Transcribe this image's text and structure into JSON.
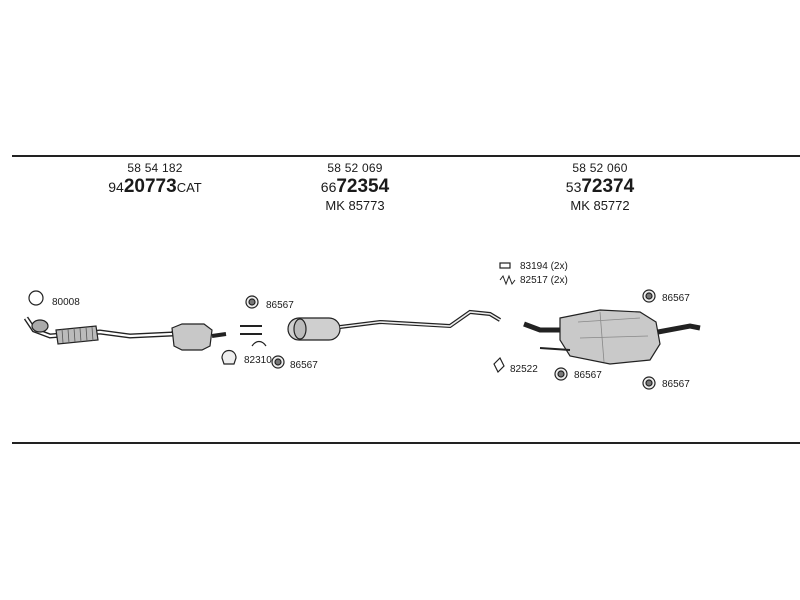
{
  "sections": [
    {
      "ref": "58 54 182",
      "prefix": "94",
      "main": "20773",
      "suffix": "CAT",
      "mk": ""
    },
    {
      "ref": "58 52 069",
      "prefix": "66",
      "main": "72354",
      "suffix": "",
      "mk": "MK 85773"
    },
    {
      "ref": "58 52 060",
      "prefix": "53",
      "main": "72374",
      "suffix": "",
      "mk": "MK 85772"
    }
  ],
  "parts": {
    "p80008": "80008",
    "p86567_a": "86567",
    "p82310": "82310",
    "p86567_b": "86567",
    "p83194": "83194 (2x)",
    "p82517": "82517 (2x)",
    "p82522": "82522",
    "p86567_c": "86567",
    "p86567_d": "86567",
    "p86567_e": "86567"
  },
  "colors": {
    "line": "#222222",
    "part_fill": "#d9d9d9",
    "part_dark": "#8a8a8a"
  }
}
